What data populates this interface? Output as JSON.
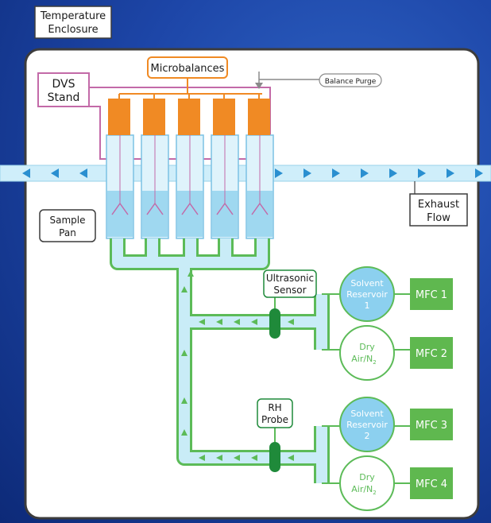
{
  "labels": {
    "temperature_enclosure": [
      "Temperature",
      "Enclosure"
    ],
    "dvs_stand": [
      "DVS",
      "Stand"
    ],
    "microbalances": "Microbalances",
    "balance_purge": "Balance Purge",
    "sample_pan": [
      "Sample",
      "Pan"
    ],
    "exhaust_flow": [
      "Exhaust",
      "Flow"
    ],
    "ultrasonic_sensor": [
      "Ultrasonic",
      "Sensor"
    ],
    "rh_probe": [
      "RH",
      "Probe"
    ],
    "solvent_reservoir_1": [
      "Solvent",
      "Reservoir",
      "1"
    ],
    "dry_air_1": [
      "Dry",
      "Air/N",
      "2"
    ],
    "solvent_reservoir_2": [
      "Solvent",
      "Reservoir",
      "2"
    ],
    "dry_air_2": [
      "Dry",
      "Air/N",
      "2"
    ],
    "mfc_1": "MFC 1",
    "mfc_2": "MFC 2",
    "mfc_3": "MFC 3",
    "mfc_4": "MFC 4"
  },
  "colors": {
    "background": "#1d46a8",
    "enclosure": "#ffffff",
    "flow_tube": "#b7e4f5",
    "flow_arrow": "#2a8fd0",
    "gas_line": "#5cbb58",
    "microbalance": "#f08a24",
    "dvs_stand": "#c36aa8",
    "mfc": "#5fb84f",
    "solvent": "#8cd0ef"
  }
}
